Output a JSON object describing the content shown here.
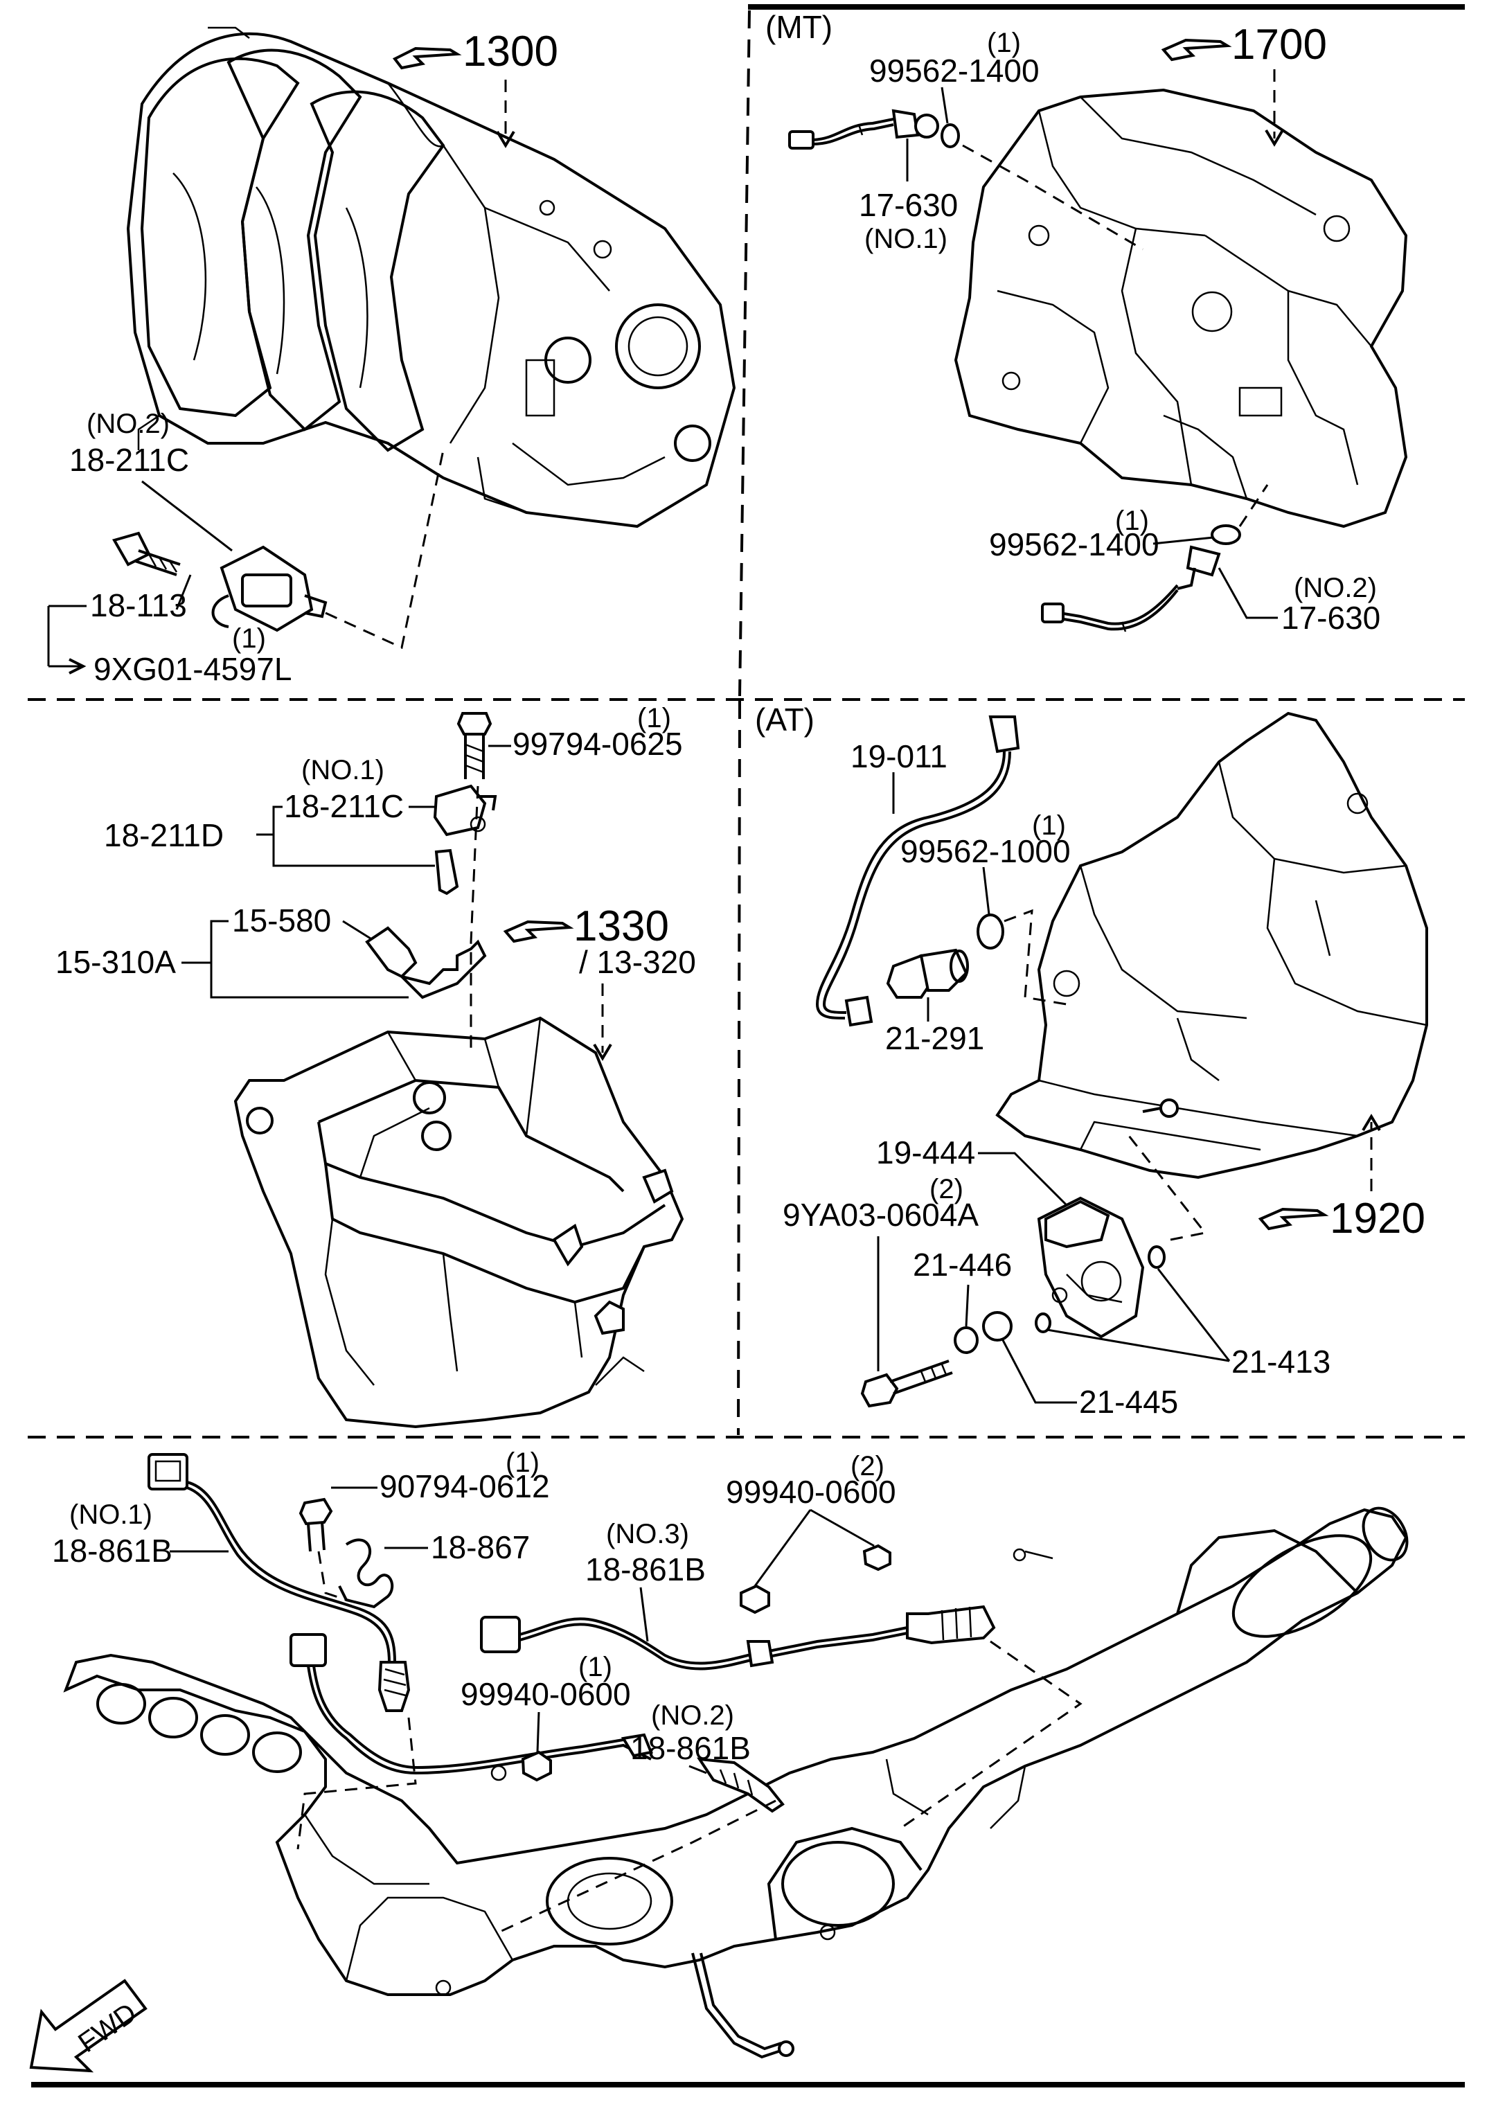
{
  "border": {
    "top": true,
    "bottom": true
  },
  "quadrant_tl": {
    "ref": "1300",
    "labels": {
      "no2": "(NO.2)",
      "p18211c": "18-211C",
      "p18113": "18-113",
      "qty1": "(1)",
      "p9xg01": "9XG01-4597L"
    }
  },
  "quadrant_tr": {
    "variant": "(MT)",
    "ref": "1700",
    "labels": {
      "qty1a": "(1)",
      "p99562a": "99562-1400",
      "p17630a": "17-630",
      "no1": "(NO.1)",
      "qty1b": "(1)",
      "p99562b": "99562-1400",
      "no2": "(NO.2)",
      "p17630b": "17-630"
    }
  },
  "quadrant_ml": {
    "ref": "1330",
    "ref_sub": "/ 13-320",
    "labels": {
      "qty1": "(1)",
      "p99794": "99794-0625",
      "no1": "(NO.1)",
      "p18211c": "18-211C",
      "p18211d": "18-211D",
      "p15580": "15-580",
      "p15310a": "15-310A"
    }
  },
  "quadrant_mr": {
    "variant": "(AT)",
    "ref": "1920",
    "labels": {
      "p19011": "19-011",
      "qty1": "(1)",
      "p99562": "99562-1000",
      "p21291": "21-291",
      "p19444": "19-444",
      "qty2": "(2)",
      "p9ya03": "9YA03-0604A",
      "p21446": "21-446",
      "p21413": "21-413",
      "p21445": "21-445"
    }
  },
  "section_bottom": {
    "fwd": "FWD",
    "labels": {
      "qty1a": "(1)",
      "p90794": "90794-0612",
      "no1": "(NO.1)",
      "p18861b_1": "18-861B",
      "p18867": "18-867",
      "qty2": "(2)",
      "p99940a": "99940-0600",
      "no3": "(NO.3)",
      "p18861b_3": "18-861B",
      "qty1b": "(1)",
      "p99940b": "99940-0600",
      "no2": "(NO.2)",
      "p18861b_2": "18-861B"
    }
  }
}
